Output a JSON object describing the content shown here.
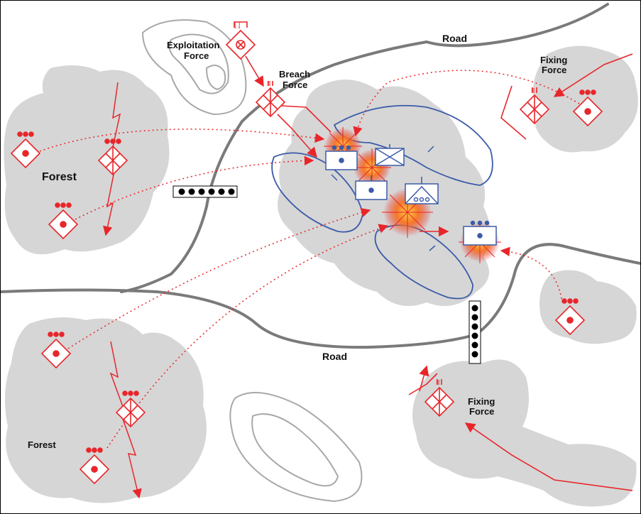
{
  "map": {
    "labels": {
      "road_top": "Road",
      "road_bottom": "Road",
      "forest_left": "Forest",
      "forest_bottom": "Forest",
      "exploitation_force": [
        "Exploitation",
        "Force"
      ],
      "breach_force": [
        "Breach",
        "Force"
      ],
      "fixing_force_top": [
        "Fixing",
        "Force"
      ],
      "fixing_force_bottom": [
        "Fixing",
        "Force"
      ]
    },
    "echelon_marks": {
      "exploitation": "[ ]",
      "breach": "II",
      "fixing_top": "II",
      "fixing_bottom": "II"
    },
    "icons": [
      "friendly-unit-diamond",
      "enemy-unit-rectangle",
      "explosion-burst",
      "obstacle-minefield",
      "axis-of-advance-arrow",
      "fire-arc-dotted"
    ],
    "colors": {
      "friendly": "#e8262a",
      "enemy": "#3b5ba9",
      "terrain": "#d6d6d6",
      "road": "#7a7a7a",
      "contour": "#a8a8a8"
    }
  }
}
